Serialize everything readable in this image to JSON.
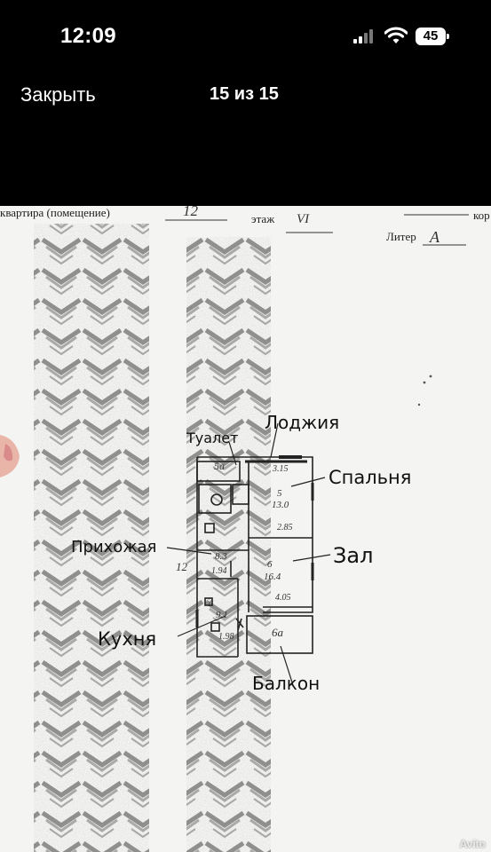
{
  "status_bar": {
    "time": "12:09",
    "battery": "45",
    "icons": [
      "cellular-signal-icon",
      "wifi-icon",
      "battery-icon"
    ]
  },
  "nav": {
    "close_label": "Закрыть",
    "counter": "15 из 15"
  },
  "document": {
    "apartment_label": "квартира (помещение)",
    "apartment_number": "12",
    "floor_label": "этаж",
    "floor_value": "VI",
    "litera_label": "Литер",
    "litera_value": "А",
    "corner_text": "кор"
  },
  "plan": {
    "labels": {
      "loggia": "Лоджия",
      "toilet": "Туалет",
      "bedroom": "Спальня",
      "hallway": "Прихожая",
      "hall": "Зал",
      "kitchen": "Кухня",
      "balcony": "Балкон"
    },
    "marks": {
      "toilet_room": "5а",
      "loggia_dim": "3.15",
      "bedroom_num": "5",
      "bedroom_area": "13.0",
      "bedroom_dim": "2.85",
      "hall_num": "6",
      "hall_area": "16.4",
      "hall_dim": "4.05",
      "hallway_area": "8.3",
      "hallway_dim": "1.94",
      "apt_num": "12",
      "kitchen_num": "7",
      "kitchen_area": "9.1",
      "kitchen_dim": "1.98",
      "balcony_room": "6а"
    }
  },
  "watermark": "Avito"
}
